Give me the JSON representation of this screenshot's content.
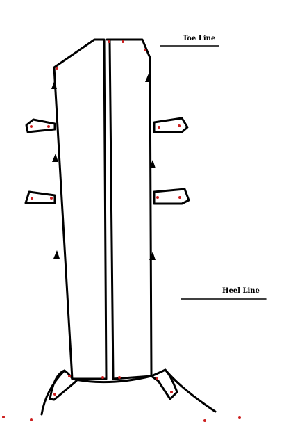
{
  "labels": {
    "toe_line": "Toe Line",
    "heel_line": "Heel Line"
  },
  "colors": {
    "stroke": "#000000",
    "marker": "#cc1f1f",
    "background": "#ffffff"
  },
  "icons": {
    "arrow": "arrowhead-up-icon",
    "point": "red-dot-marker"
  }
}
